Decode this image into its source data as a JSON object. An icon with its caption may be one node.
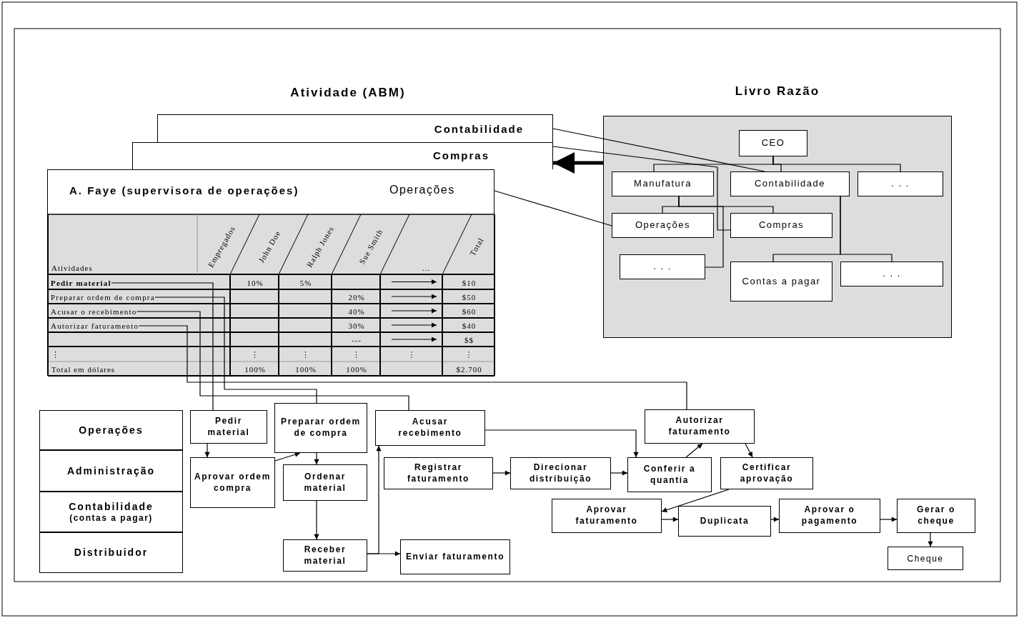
{
  "diagram": {
    "nodes": [
      {
        "text": [
          "Contabilidade"
        ]
      },
      {
        "text": [
          "Compras"
        ]
      },
      {
        "text": [
          "A. Faye (supervisora de operações)",
          "Operações"
        ]
      },
      {
        "text": [
          "Pedir material"
        ],
        "in": 2
      },
      {
        "text": [
          "Preparar ordem de compra"
        ],
        "in": 2
      },
      {
        "text": [
          "Acusar o recebimento"
        ],
        "in": 2
      },
      {
        "text": [
          "Autorizar faturamento"
        ],
        "in": 2
      },
      {
        "text": [
          "Livro Razão"
        ]
      },
      {
        "text": [
          "CEO"
        ],
        "in": 7
      },
      {
        "text": [
          "Manufatura"
        ],
        "in": 7
      },
      {
        "text": [
          "Contabilidade"
        ],
        "in": 7
      },
      {
        "text": [
          ". . ."
        ],
        "in": 7
      },
      {
        "text": [
          "Operações"
        ],
        "in": 7
      },
      {
        "text": [
          "Compras"
        ],
        "in": 7
      },
      {
        "text": [
          ". . ."
        ],
        "in": 7
      },
      {
        "text": [
          "Contas a pagar"
        ],
        "in": 7
      },
      {
        "text": [
          ". . ."
        ],
        "in": 7
      },
      {
        "text": [
          "Operações"
        ]
      },
      {
        "text": [
          "Administração"
        ]
      },
      {
        "text": [
          "Contabilidade",
          "(contas a pagar)"
        ]
      },
      {
        "text": [
          "Distribuidor"
        ]
      },
      {
        "text": [
          "Pedir material"
        ]
      },
      {
        "text": [
          "Preparar ordem de compra"
        ]
      },
      {
        "text": [
          "Acusar recebimento"
        ]
      },
      {
        "text": [
          "Autorizar faturamento"
        ]
      },
      {
        "text": [
          "Aprovar ordem compra"
        ]
      },
      {
        "text": [
          "Ordenar material"
        ]
      },
      {
        "text": [
          "Registrar faturamento"
        ]
      },
      {
        "text": [
          "Direcionar distribuição"
        ]
      },
      {
        "text": [
          "Conferir a quantia"
        ]
      },
      {
        "text": [
          "Certificar aprovação"
        ]
      },
      {
        "text": [
          "Aprovar faturamento"
        ]
      },
      {
        "text": [
          "Duplicata"
        ]
      },
      {
        "text": [
          "Aprovar o pagamento"
        ]
      },
      {
        "text": [
          "Gerar o cheque"
        ]
      },
      {
        "text": [
          "Receber material"
        ]
      },
      {
        "text": [
          "Enviar faturamento"
        ]
      },
      {
        "text": [
          "Cheque"
        ]
      }
    ],
    "edges": [
      {
        "from": 0,
        "to": 10,
        "arrow": "none"
      },
      {
        "from": 1,
        "to": 13,
        "arrow": "none"
      },
      {
        "from": 2,
        "to": 12,
        "arrow": "none"
      },
      {
        "from": 7,
        "to": 1,
        "arrow": "to",
        "style": "thick"
      },
      {
        "from": 8,
        "to": 9,
        "arrow": "none"
      },
      {
        "from": 8,
        "to": 10,
        "arrow": "none"
      },
      {
        "from": 8,
        "to": 11,
        "arrow": "none"
      },
      {
        "from": 9,
        "to": 12,
        "arrow": "none"
      },
      {
        "from": 9,
        "to": 13,
        "arrow": "none"
      },
      {
        "from": 9,
        "to": 14,
        "arrow": "none"
      },
      {
        "from": 10,
        "to": 15,
        "arrow": "none"
      },
      {
        "from": 10,
        "to": 16,
        "arrow": "none"
      },
      {
        "from": 3,
        "to": 21,
        "arrow": "none"
      },
      {
        "from": 4,
        "to": 22,
        "arrow": "none"
      },
      {
        "from": 5,
        "to": 23,
        "arrow": "none"
      },
      {
        "from": 6,
        "to": 24,
        "arrow": "none"
      },
      {
        "from": 21,
        "to": 25,
        "arrow": "to"
      },
      {
        "from": 25,
        "to": 22,
        "arrow": "to"
      },
      {
        "from": 22,
        "to": 26,
        "arrow": "to"
      },
      {
        "from": 26,
        "to": 35,
        "arrow": "to"
      },
      {
        "from": 35,
        "to": 36,
        "arrow": "to"
      },
      {
        "from": 35,
        "to": 23,
        "arrow": "to"
      },
      {
        "from": 23,
        "to": 29,
        "arrow": "to"
      },
      {
        "from": 27,
        "to": 28,
        "arrow": "to"
      },
      {
        "from": 28,
        "to": 29,
        "arrow": "to"
      },
      {
        "from": 29,
        "to": 24,
        "arrow": "to"
      },
      {
        "from": 24,
        "to": 30,
        "arrow": "to"
      },
      {
        "from": 30,
        "to": 31,
        "arrow": "to"
      },
      {
        "from": 31,
        "to": 32,
        "arrow": "to"
      },
      {
        "from": 32,
        "to": 33,
        "arrow": "to"
      },
      {
        "from": 33,
        "to": 34,
        "arrow": "to"
      },
      {
        "from": 34,
        "to": 37,
        "arrow": "to"
      }
    ],
    "labels": [
      "Atividade (ABM)",
      "Atividades",
      "Empregados",
      "John Doe",
      "Ralph Jones",
      "Sue Smith",
      "...",
      "Total",
      "10%",
      "5%",
      "$10",
      "20%",
      "$50",
      "40%",
      "$60",
      "30%",
      "$40",
      "---",
      "$$",
      "⋮",
      "⋮",
      "⋮",
      "⋮",
      "⋮",
      "⋮",
      "Total em dólares",
      "100%",
      "100%",
      "100%",
      "$2.700"
    ]
  }
}
